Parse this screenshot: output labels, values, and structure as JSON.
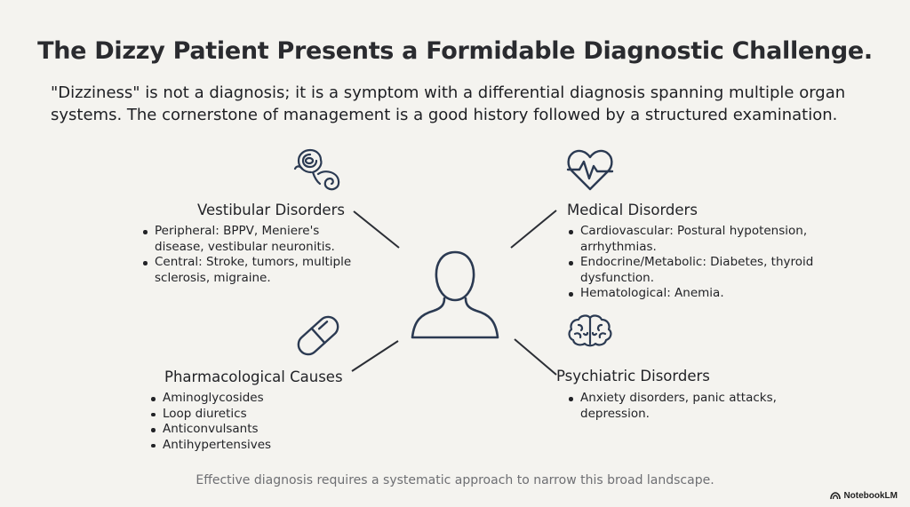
{
  "title": "The Dizzy Patient Presents a Formidable Diagnostic Challenge.",
  "subtitle": "\"Dizziness\" is not a diagnosis; it is a symptom with a differential diagnosis spanning multiple organ systems. The cornerstone of management is a good history followed by a structured examination.",
  "categories": {
    "vestibular": {
      "icon": "inner-ear-icon",
      "title": "Vestibular Disorders",
      "items": [
        "Peripheral: BPPV, Meniere's disease, vestibular neuronitis.",
        "Central: Stroke, tumors, multiple sclerosis, migraine."
      ]
    },
    "medical": {
      "icon": "heartbeat-icon",
      "title": "Medical Disorders",
      "items": [
        "Cardiovascular: Postural hypotension, arrhythmias.",
        "Endocrine/Metabolic: Diabetes, thyroid dysfunction.",
        "Hematological: Anemia."
      ]
    },
    "pharmacological": {
      "icon": "capsule-icon",
      "title": "Pharmacological Causes",
      "items": [
        "Aminoglycosides",
        "Loop diuretics",
        "Anticonvulsants",
        "Antihypertensives"
      ]
    },
    "psychiatric": {
      "icon": "brain-icon",
      "title": "Psychiatric Disorders",
      "items": [
        "Anxiety disorders, panic attacks, depression."
      ]
    }
  },
  "center_icon": "patient-silhouette-icon",
  "footer": "Effective diagnosis requires a systematic approach to narrow this broad landscape.",
  "brand": "NotebookLM"
}
